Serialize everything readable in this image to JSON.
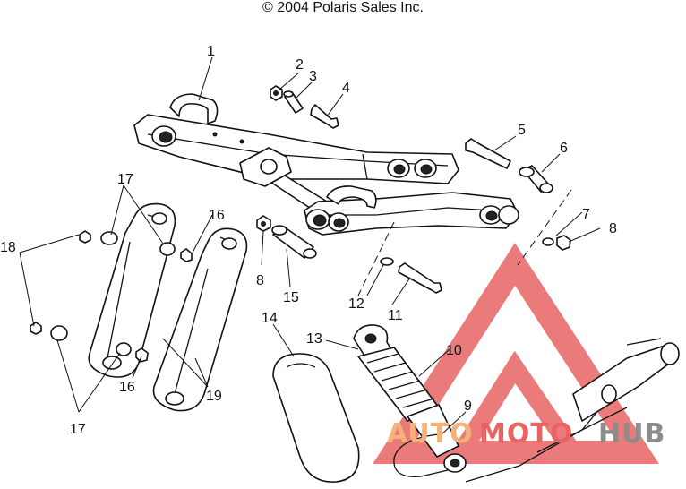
{
  "copyright": "© 2004 Polaris Sales Inc.",
  "callouts": [
    "1",
    "2",
    "3",
    "4",
    "5",
    "6",
    "7",
    "8",
    "8",
    "11",
    "12",
    "15",
    "14",
    "13",
    "10",
    "9",
    "16",
    "16",
    "17",
    "17",
    "18",
    "19"
  ],
  "watermark": {
    "part1": "AUTO",
    "part2": "MOTO",
    "part3": "HUB",
    "color_red": "#e86464",
    "color_orange": "#f4b27a",
    "color_gray": "#8c8c8c"
  }
}
